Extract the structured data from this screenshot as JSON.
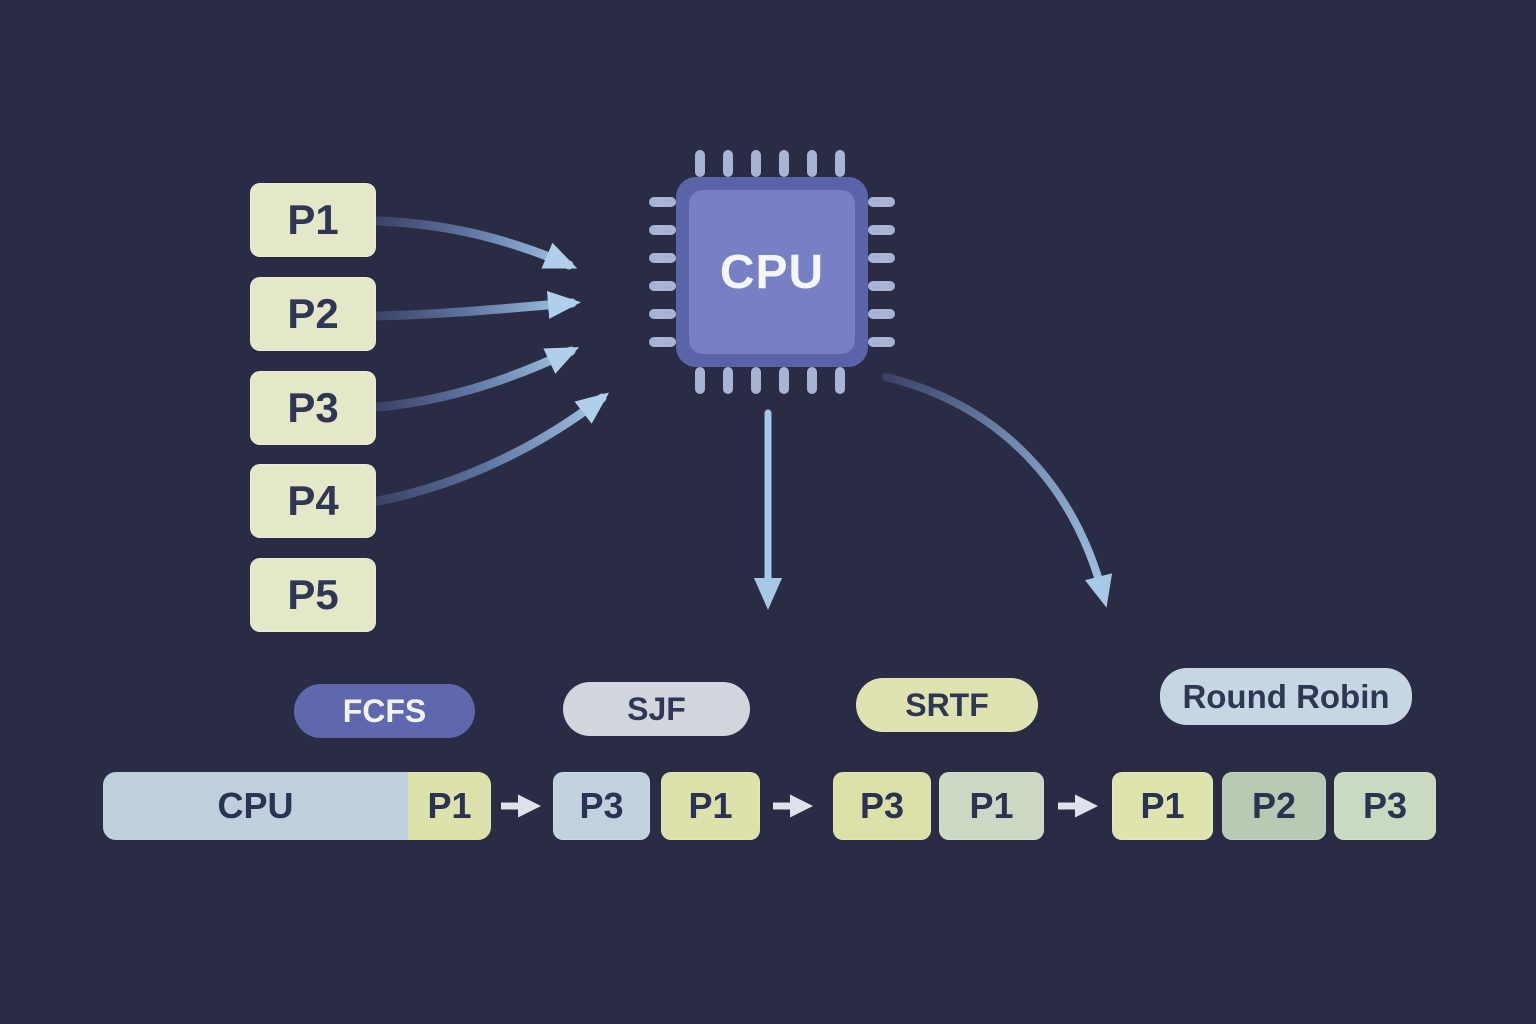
{
  "colors": {
    "background": "#2a2c45",
    "process_box_bg": "#e4e7c8",
    "dark_text": "#303754",
    "chip_outer": "#5b64a8",
    "chip_inner": "#7880c5",
    "chip_pin": "#a9b3d3",
    "arrow_blue": "#a5c7e6",
    "flow_arrow": "#e0e1ec"
  },
  "process_queue": {
    "items": [
      {
        "label": "P1"
      },
      {
        "label": "P2"
      },
      {
        "label": "P3"
      },
      {
        "label": "P4"
      },
      {
        "label": "P5"
      }
    ]
  },
  "cpu_chip": {
    "label": "CPU"
  },
  "algorithms": {
    "fcfs": {
      "label": "FCFS",
      "bg": "#5f68ae",
      "text": "#f4f5fa"
    },
    "sjf": {
      "label": "SJF",
      "bg": "#d3d6dd",
      "text": "#303754"
    },
    "srtf": {
      "label": "SRTF",
      "bg": "#dfe3b2",
      "text": "#303754"
    },
    "round_robin": {
      "label": "Round Robin",
      "bg": "#c6d7e3",
      "text": "#303754"
    }
  },
  "timelines": {
    "fcfs": {
      "segments": [
        {
          "label": "CPU",
          "bg": "#c0cfdd"
        },
        {
          "label": "P1",
          "bg": "#dce2a9"
        }
      ]
    },
    "sjf": {
      "segments": [
        {
          "label": "P3",
          "bg": "#c2d1de"
        },
        {
          "label": "P1",
          "bg": "#dce2a9"
        }
      ]
    },
    "srtf": {
      "segments": [
        {
          "label": "P3",
          "bg": "#dbe1a7"
        },
        {
          "label": "P1",
          "bg": "#ccd8c3"
        }
      ]
    },
    "round_robin": {
      "segments": [
        {
          "label": "P1",
          "bg": "#dfe4ae"
        },
        {
          "label": "P2",
          "bg": "#b8cab4"
        },
        {
          "label": "P3",
          "bg": "#c9dac1"
        }
      ]
    }
  }
}
